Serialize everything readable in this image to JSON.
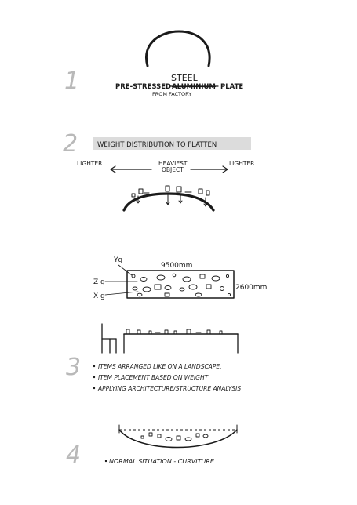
{
  "steps": [
    {
      "number": "1"
    },
    {
      "number": "2"
    },
    {
      "number": "3"
    },
    {
      "number": "4"
    }
  ],
  "step1": {
    "prefix": "PRE-STRESSED",
    "crossed_word": "ALUMINIUM",
    "replacement_word": "STEEL",
    "suffix": "PLATE",
    "note": "FROM FACTORY"
  },
  "step2": {
    "heading": "WEIGHT DISTRIBUTION TO FLATTEN",
    "left_label": "LIGHTER",
    "center_label_line1": "HEAVIEST",
    "center_label_line2": "OBJECT",
    "right_label": "LIGHTER"
  },
  "plan": {
    "width_label": "9500mm",
    "height_label": "2600mm",
    "yg_label": "Yg",
    "zg_label": "Z g",
    "xg_label": "X g"
  },
  "step3": {
    "bullets": [
      "ITEMS ARRANGED LIKE ON A LANDSCAPE.",
      "ITEM PLACEMENT BASED ON WEIGHT",
      "APPLYING ARCHITECTURE/STRUCTURE ANALYSIS"
    ]
  },
  "step4": {
    "caption": "NORMAL SITUATION - CURVITURE"
  }
}
